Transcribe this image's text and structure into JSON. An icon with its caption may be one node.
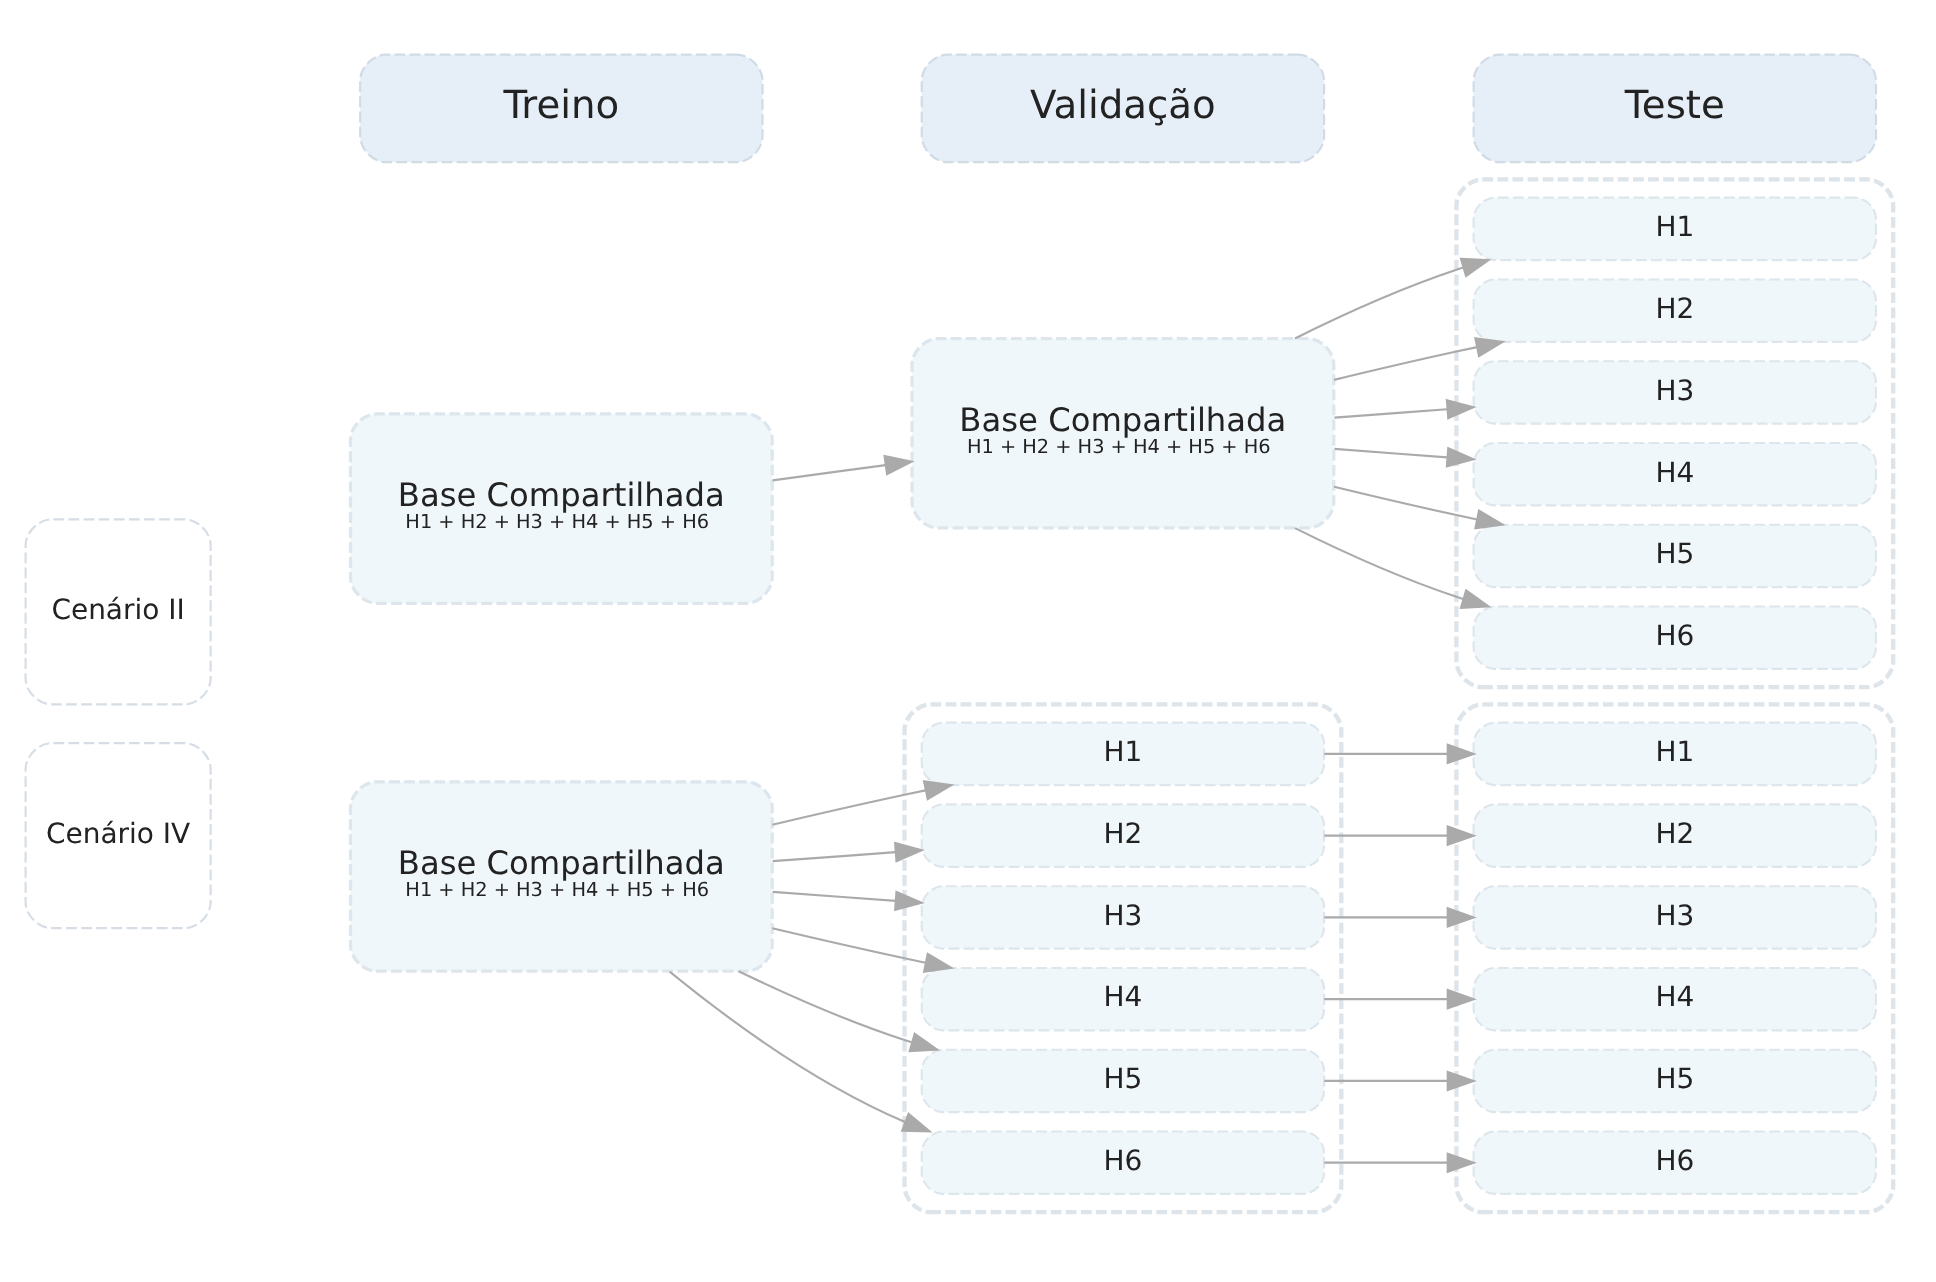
{
  "diagram": {
    "nodes": [
      {
        "text": [
          "Treino"
        ]
      },
      {
        "text": [
          "Validação"
        ]
      },
      {
        "text": [
          "Teste"
        ]
      },
      {
        "text": [
          "Cenário II"
        ]
      },
      {
        "text": [
          "Base Compartilhada",
          "H1 + H2 + H3 + H4 + H5 + H6"
        ]
      },
      {
        "text": [
          "Base Compartilhada",
          "H1 + H2 + H3 + H4 + H5 + H6"
        ]
      },
      {
        "text": [],
        "shape": "box"
      },
      {
        "text": [
          "H1"
        ],
        "in": 6
      },
      {
        "text": [
          "H2"
        ],
        "in": 6
      },
      {
        "text": [
          "H3"
        ],
        "in": 6
      },
      {
        "text": [
          "H4"
        ],
        "in": 6
      },
      {
        "text": [
          "H5"
        ],
        "in": 6
      },
      {
        "text": [
          "H6"
        ],
        "in": 6
      },
      {
        "text": [
          "Cenário IV"
        ]
      },
      {
        "text": [
          "Base Compartilhada",
          "H1 + H2 + H3 + H4 + H5 + H6"
        ]
      },
      {
        "text": [],
        "shape": "box"
      },
      {
        "text": [
          "H1"
        ],
        "in": 15
      },
      {
        "text": [
          "H2"
        ],
        "in": 15
      },
      {
        "text": [
          "H3"
        ],
        "in": 15
      },
      {
        "text": [
          "H4"
        ],
        "in": 15
      },
      {
        "text": [
          "H5"
        ],
        "in": 15
      },
      {
        "text": [
          "H6"
        ],
        "in": 15
      },
      {
        "text": [],
        "shape": "box"
      },
      {
        "text": [
          "H1"
        ],
        "in": 22
      },
      {
        "text": [
          "H2"
        ],
        "in": 22
      },
      {
        "text": [
          "H3"
        ],
        "in": 22
      },
      {
        "text": [
          "H4"
        ],
        "in": 22
      },
      {
        "text": [
          "H5"
        ],
        "in": 22
      },
      {
        "text": [
          "H6"
        ],
        "in": 22
      }
    ],
    "edges": [
      {
        "from": 4,
        "to": 5,
        "arrow": "to"
      },
      {
        "from": 5,
        "to": 7,
        "arrow": "to"
      },
      {
        "from": 5,
        "to": 8,
        "arrow": "to"
      },
      {
        "from": 5,
        "to": 9,
        "arrow": "to"
      },
      {
        "from": 5,
        "to": 10,
        "arrow": "to"
      },
      {
        "from": 5,
        "to": 11,
        "arrow": "to"
      },
      {
        "from": 5,
        "to": 12,
        "arrow": "to"
      },
      {
        "from": 14,
        "to": 16,
        "arrow": "to"
      },
      {
        "from": 14,
        "to": 17,
        "arrow": "to"
      },
      {
        "from": 14,
        "to": 18,
        "arrow": "to"
      },
      {
        "from": 14,
        "to": 19,
        "arrow": "to"
      },
      {
        "from": 14,
        "to": 20,
        "arrow": "to"
      },
      {
        "from": 14,
        "to": 21,
        "arrow": "to"
      },
      {
        "from": 16,
        "to": 23,
        "arrow": "to"
      },
      {
        "from": 17,
        "to": 24,
        "arrow": "to"
      },
      {
        "from": 18,
        "to": 25,
        "arrow": "to"
      },
      {
        "from": 19,
        "to": 26,
        "arrow": "to"
      },
      {
        "from": 20,
        "to": 27,
        "arrow": "to"
      },
      {
        "from": 21,
        "to": 28,
        "arrow": "to"
      }
    ]
  }
}
